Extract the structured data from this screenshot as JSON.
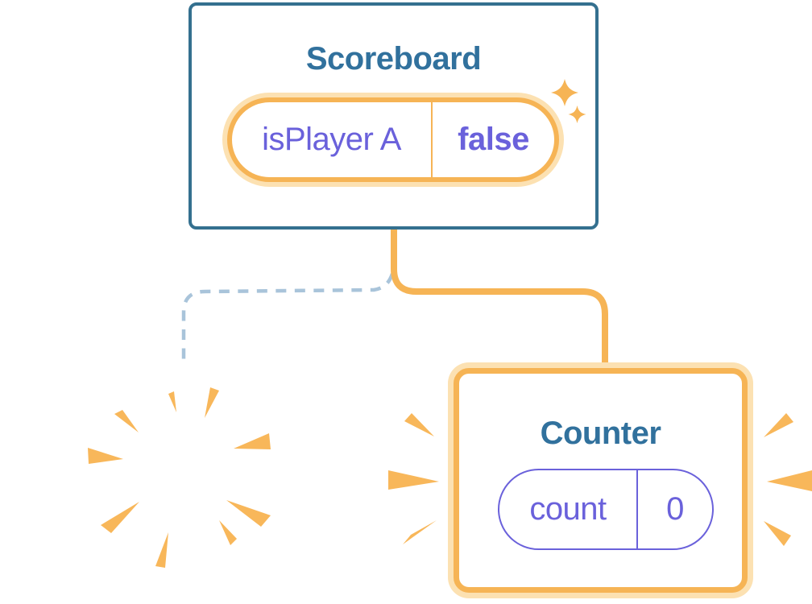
{
  "colors": {
    "background": "#ffffff",
    "card-border-blue": "#34708F",
    "title-blue": "#31719D",
    "orange": "#F6B455",
    "orange-glow": "#FCE1B2",
    "purple": "#6A61DB",
    "dashed-blue": "#A9C4DA",
    "card-bg": "#ffffff"
  },
  "diagram": {
    "nodes": [
      {
        "id": "scoreboard",
        "title": "Scoreboard",
        "state_pill": {
          "name": "isPlayer A",
          "value": "false"
        },
        "decoration": "sparkles-icon"
      },
      {
        "id": "counter",
        "title": "Counter",
        "state_pill": {
          "name": "count",
          "value": "0"
        },
        "decoration": "emphasis-burst-icon"
      },
      {
        "id": "destroyed-component",
        "title": "",
        "decoration": "poof-burst-icon"
      }
    ],
    "edges": [
      {
        "from": "scoreboard",
        "to": "counter",
        "style": "solid-orange"
      },
      {
        "from": "scoreboard",
        "to": "destroyed-component",
        "style": "dashed-blue"
      }
    ]
  },
  "scoreboard": {
    "title": "Scoreboard",
    "state_pill": {
      "name": "isPlayer A",
      "value": "false"
    }
  },
  "counter": {
    "title": "Counter",
    "state_pill": {
      "name": "count",
      "value": "0"
    }
  }
}
